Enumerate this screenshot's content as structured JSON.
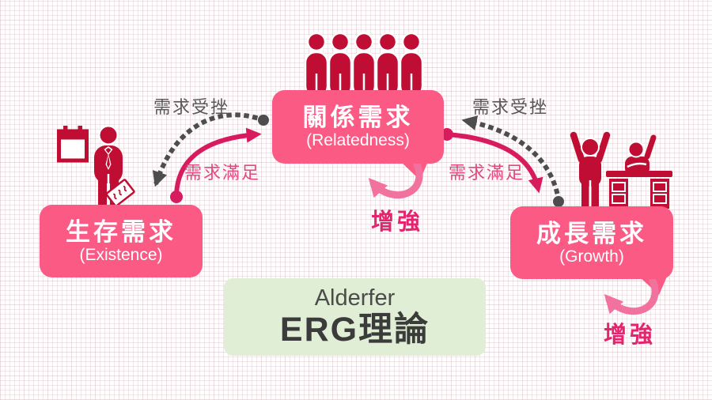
{
  "diagram": {
    "theory": {
      "author": "Alderfer",
      "name": "ERG理論"
    },
    "nodes": {
      "existence": {
        "title": "生存需求",
        "subtitle": "(Existence)"
      },
      "relatedness": {
        "title": "關係需求",
        "subtitle": "(Relatedness)"
      },
      "growth": {
        "title": "成長需求",
        "subtitle": "(Growth)"
      }
    },
    "edges": {
      "frustration_left": "需求受挫",
      "frustration_right": "需求受挫",
      "satisfaction_left": "需求滿足",
      "satisfaction_right": "需求滿足",
      "reinforce_relatedness": "增強",
      "reinforce_growth": "增強"
    },
    "icons": {
      "existence": "calendar-icon + worker-with-paycheck-icon",
      "relatedness": "five-people-group-icon",
      "growth": "cheering-person-icon + person-at-desk-icon"
    },
    "colors": {
      "node_pink": "#fa5a84",
      "icon_crimson": "#c00d33",
      "arrow_deep_pink": "#d81b5e",
      "arrow_light_pink": "#f2729f",
      "dotted_arrow_gray": "#4d4d4d",
      "label_gray": "#595757",
      "label_pink": "#e2487b",
      "reinforce_pink": "#e5246e",
      "theory_green": "#dfeed5"
    }
  }
}
